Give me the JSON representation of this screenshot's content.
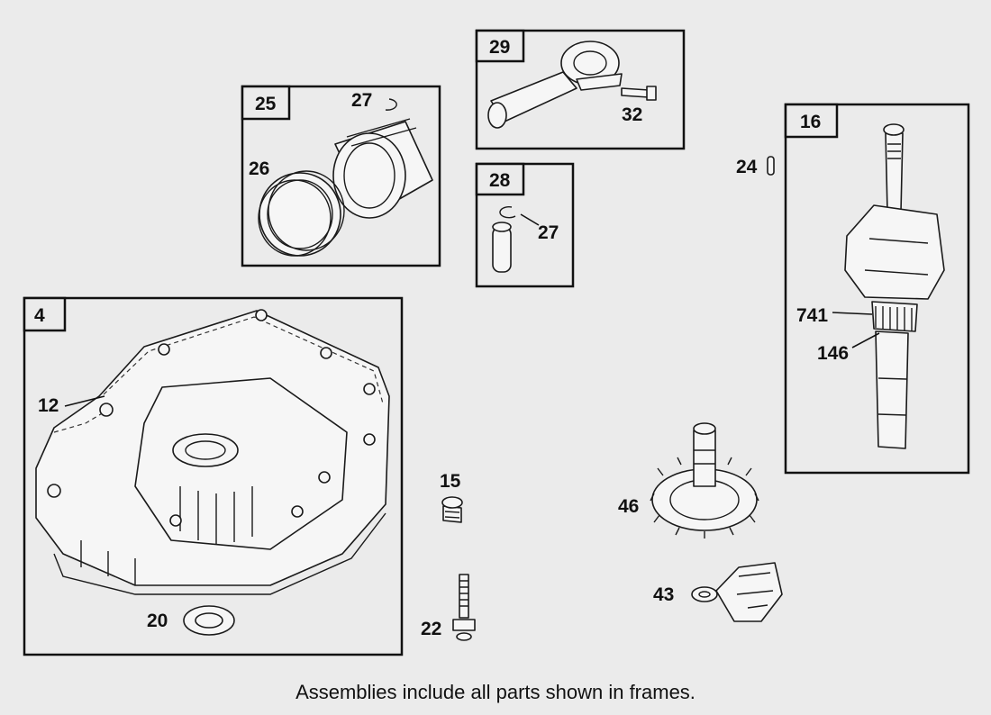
{
  "frames": {
    "f4": "4",
    "f25": "25",
    "f29": "29",
    "f28": "28",
    "f16": "16"
  },
  "callouts": {
    "c12": "12",
    "c20": "20",
    "c27a": "27",
    "c26": "26",
    "c32": "32",
    "c27b": "27",
    "c24": "24",
    "c741": "741",
    "c146": "146",
    "c15": "15",
    "c22": "22",
    "c46": "46",
    "c43": "43"
  },
  "footnote": "Assemblies include all parts shown in frames."
}
